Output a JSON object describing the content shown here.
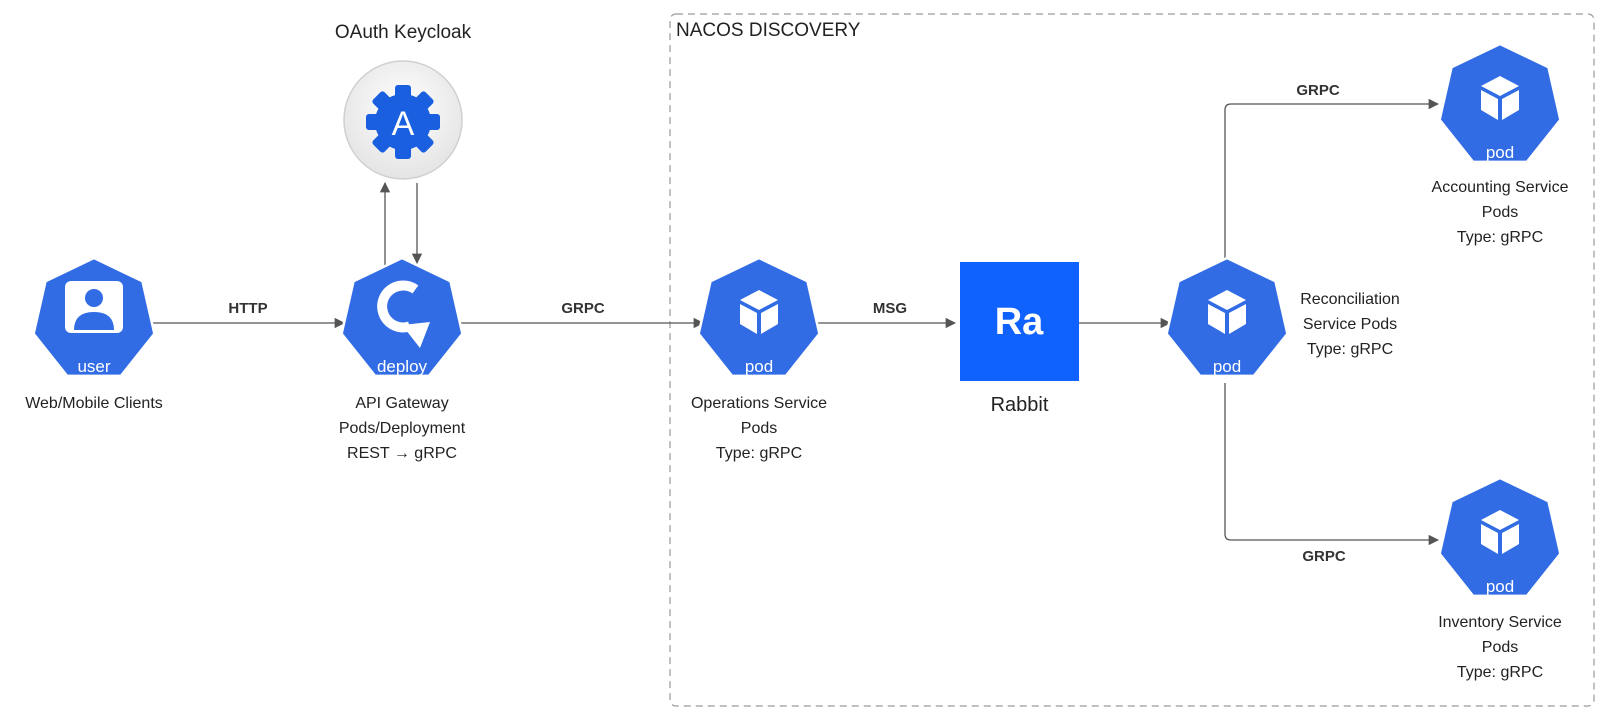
{
  "group": {
    "title": "NACOS DISCOVERY"
  },
  "nodes": {
    "keycloak": {
      "title": "OAuth Keycloak",
      "icon_letter": "A",
      "icon": "oauth-gear-icon"
    },
    "clients": {
      "icon_text": "user",
      "icon": "k8s-user-icon",
      "label": [
        "Web/Mobile Clients"
      ]
    },
    "gateway": {
      "icon_text": "deploy",
      "icon": "k8s-deploy-icon",
      "label": [
        "API Gateway",
        "Pods/Deployment",
        "REST → gRPC"
      ]
    },
    "operations": {
      "icon_text": "pod",
      "icon": "k8s-pod-icon",
      "label": [
        "Operations Service",
        "Pods",
        "Type: gRPC"
      ]
    },
    "rabbit": {
      "icon_text": "Ra",
      "icon": "rabbitmq-icon",
      "label": "Rabbit",
      "color": "#0f62fe"
    },
    "reconciliation": {
      "icon_text": "pod",
      "icon": "k8s-pod-icon",
      "label": [
        "Reconciliation",
        "Service Pods",
        "Type: gRPC"
      ]
    },
    "accounting": {
      "icon_text": "pod",
      "icon": "k8s-pod-icon",
      "label": [
        "Accounting Service",
        "Pods",
        "Type: gRPC"
      ]
    },
    "inventory": {
      "icon_text": "pod",
      "icon": "k8s-pod-icon",
      "label": [
        "Inventory Service",
        "Pods",
        "Type: gRPC"
      ]
    }
  },
  "edges": {
    "http": "HTTP",
    "grpc_gateway": "GRPC",
    "msg": "MSG",
    "grpc_accounting": "GRPC",
    "grpc_inventory": "GRPC"
  },
  "colors": {
    "k8s_blue": "#326ce5",
    "rabbit_blue": "#0f62fe",
    "edge": "#555555"
  }
}
